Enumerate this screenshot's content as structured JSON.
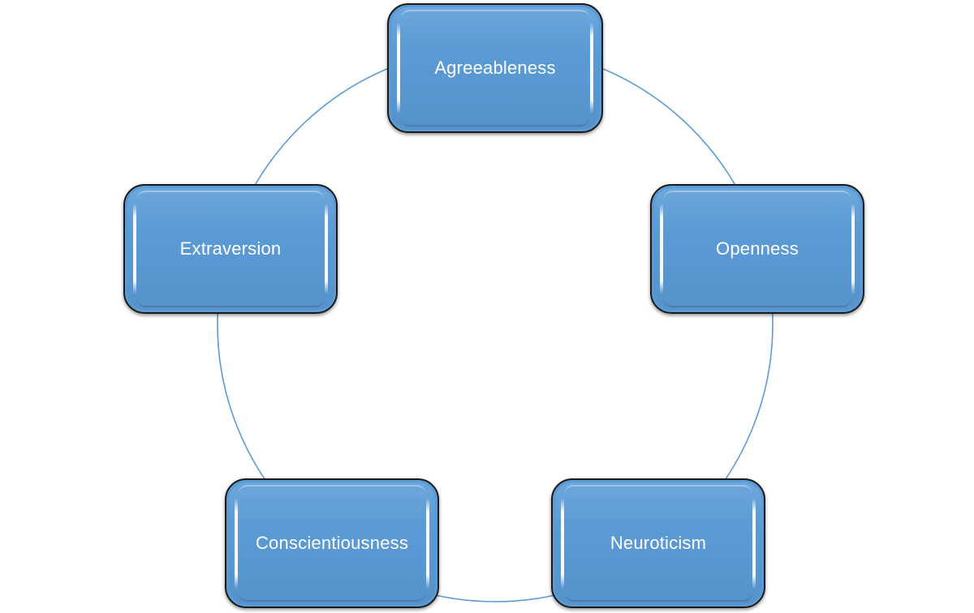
{
  "diagram": {
    "type": "basic-cycle",
    "connector_color": "#5b9bd5",
    "node_fill_color": "#5b9bd5",
    "node_border_color": "#1a1a1a",
    "node_text_color": "#ffffff",
    "nodes": [
      {
        "id": "agreeableness",
        "label": "Agreeableness"
      },
      {
        "id": "openness",
        "label": "Openness"
      },
      {
        "id": "neuroticism",
        "label": "Neuroticism"
      },
      {
        "id": "conscientiousness",
        "label": "Conscientiousness"
      },
      {
        "id": "extraversion",
        "label": "Extraversion"
      }
    ]
  }
}
